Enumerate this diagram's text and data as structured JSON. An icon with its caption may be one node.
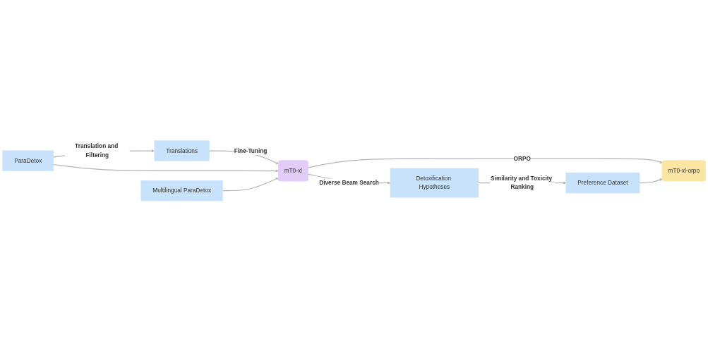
{
  "diagram": {
    "nodes": [
      {
        "text": [
          "Translations"
        ]
      },
      {
        "text": [
          "ParaDetox"
        ]
      },
      {
        "text": [
          "Multilingual ParaDetox"
        ]
      },
      {
        "text": [
          "mT0-xl"
        ]
      },
      {
        "text": [
          "mT0-xl-orpo"
        ]
      },
      {
        "text": [
          "Detoxification Hypotheses"
        ]
      },
      {
        "text": [
          "Preference Dataset"
        ]
      }
    ],
    "edges": [
      {
        "from": 1,
        "to": 0,
        "arrow": "to",
        "label": "Translation and Filtering"
      },
      {
        "from": 0,
        "to": 3,
        "arrow": "to",
        "label": "Fine-Tuning"
      },
      {
        "from": 1,
        "to": 3,
        "arrow": "to"
      },
      {
        "from": 2,
        "to": 3,
        "arrow": "to"
      },
      {
        "from": 3,
        "to": 5,
        "arrow": "to",
        "label": "Diverse Beam Search"
      },
      {
        "from": 5,
        "to": 6,
        "arrow": "to",
        "label": "Similarity and Toxicity Ranking"
      },
      {
        "from": 3,
        "to": 4,
        "arrow": "to",
        "label": "ORPO"
      },
      {
        "from": 6,
        "to": 4,
        "arrow": "to"
      }
    ]
  }
}
